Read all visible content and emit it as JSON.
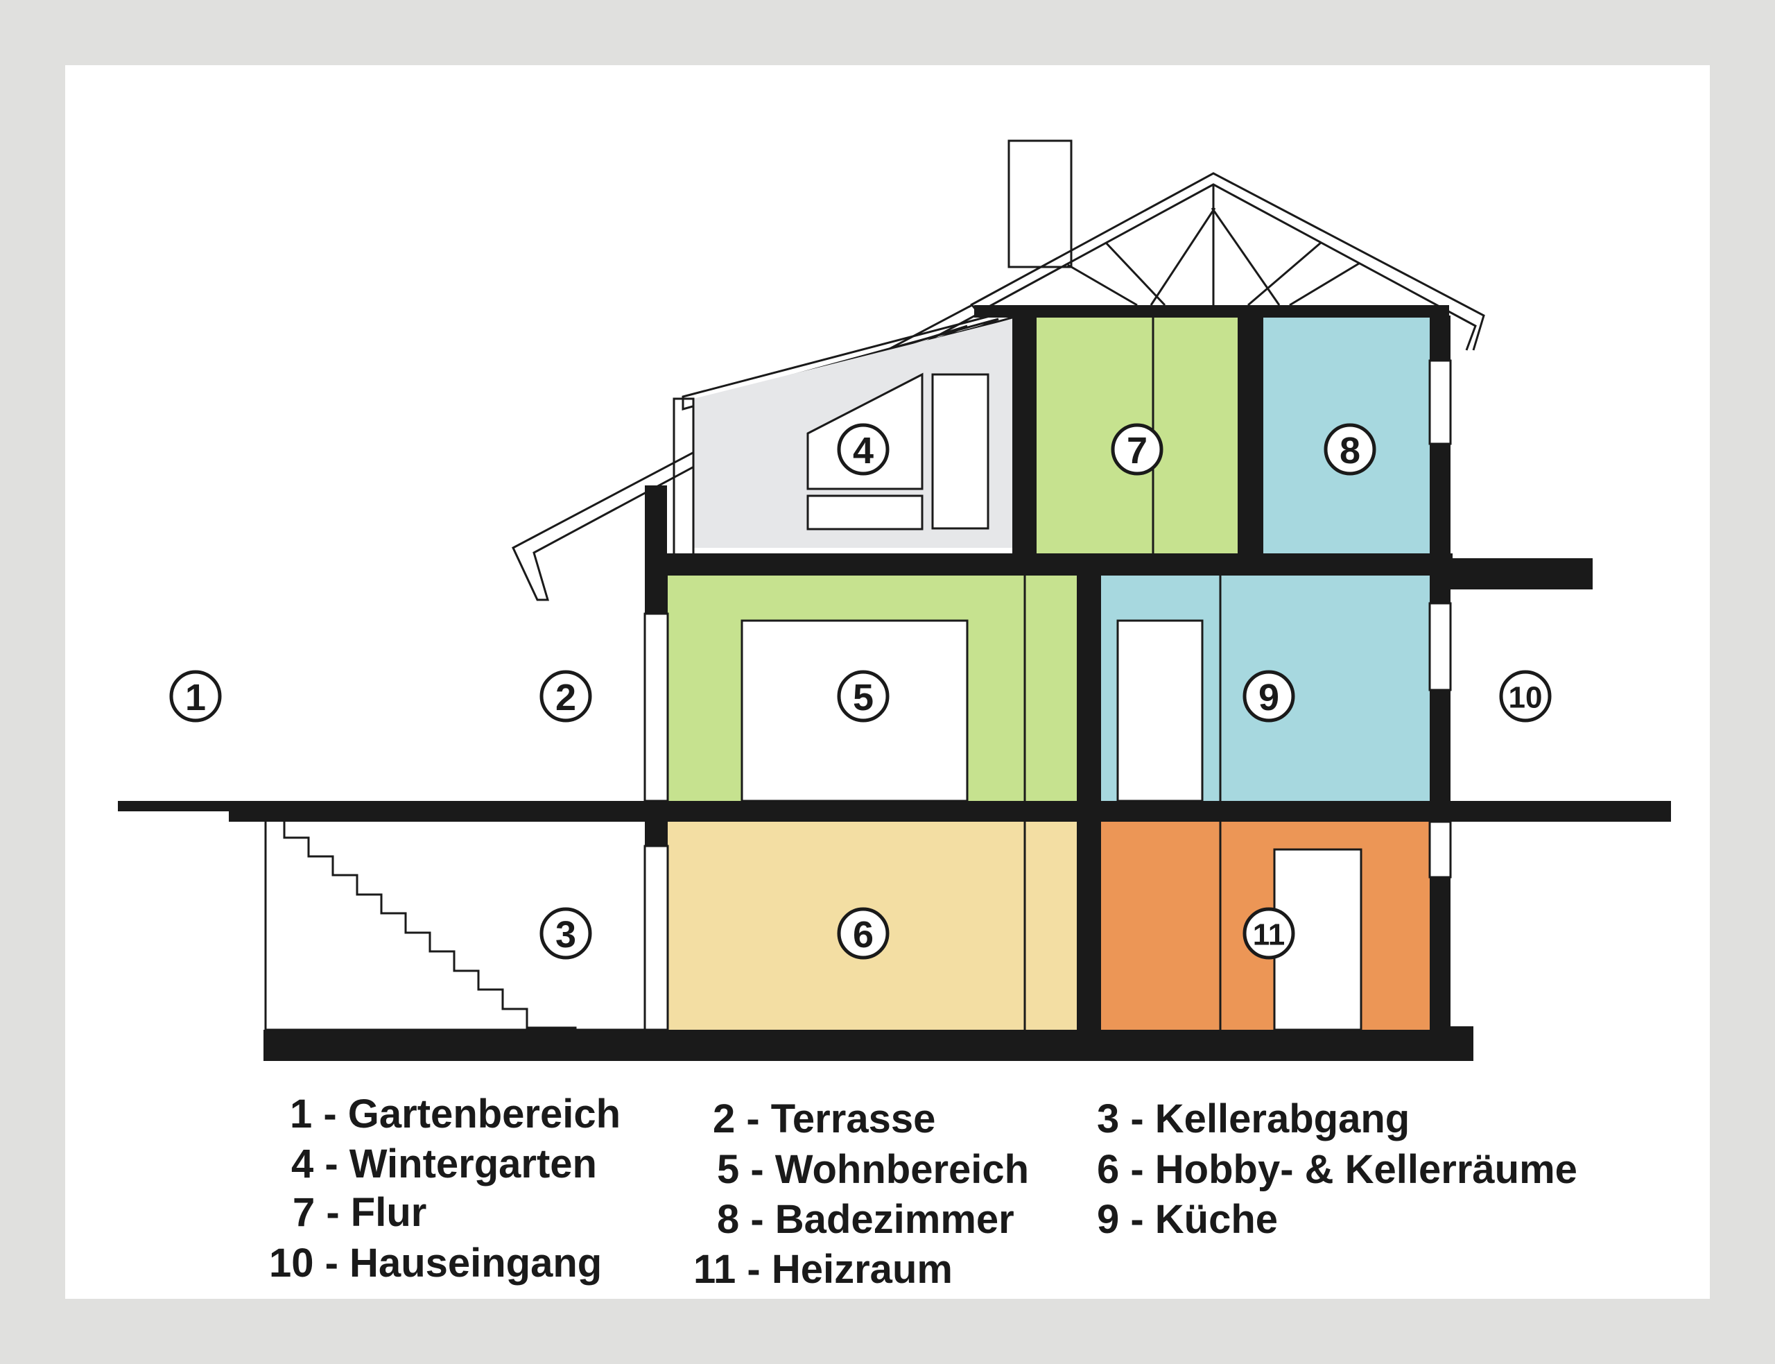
{
  "colors": {
    "wintergarten": "#e6e7e9",
    "flur": "#c6e28f",
    "badezimmer": "#a7d8df",
    "wohnbereich": "#c6e28f",
    "kueche": "#a7d8df",
    "hobby": "#f3dea3",
    "heizraum": "#ec9656",
    "walls": "#1a1a1a",
    "frame": "#e0e0de"
  },
  "markers": [
    {
      "id": "1",
      "label": "1"
    },
    {
      "id": "2",
      "label": "2"
    },
    {
      "id": "3",
      "label": "3"
    },
    {
      "id": "4",
      "label": "4"
    },
    {
      "id": "5",
      "label": "5"
    },
    {
      "id": "6",
      "label": "6"
    },
    {
      "id": "7",
      "label": "7"
    },
    {
      "id": "8",
      "label": "8"
    },
    {
      "id": "9",
      "label": "9"
    },
    {
      "id": "10",
      "label": "10"
    },
    {
      "id": "11",
      "label": "11"
    }
  ],
  "legend": [
    {
      "number": "1",
      "name": "Gartenbereich",
      "text": "1 - Gartenbereich"
    },
    {
      "number": "2",
      "name": "Terrasse",
      "text": "2 - Terrasse"
    },
    {
      "number": "3",
      "name": "Kellerabgang",
      "text": "3 - Kellerabgang"
    },
    {
      "number": "4",
      "name": "Wintergarten",
      "text": "4 - Wintergarten"
    },
    {
      "number": "5",
      "name": "Wohnbereich",
      "text": "5 - Wohnbereich"
    },
    {
      "number": "6",
      "name": "Hobby- & Kellerräume",
      "text": "6 - Hobby- & Kellerräume"
    },
    {
      "number": "7",
      "name": "Flur",
      "text": "7 - Flur"
    },
    {
      "number": "8",
      "name": "Badezimmer",
      "text": "8 - Badezimmer"
    },
    {
      "number": "9",
      "name": "Küche",
      "text": "9 - Küche"
    },
    {
      "number": "10",
      "name": "Hauseingang",
      "text": "10 - Hauseingang"
    },
    {
      "number": "11",
      "name": "Heizraum",
      "text": "11 - Heizraum"
    }
  ]
}
